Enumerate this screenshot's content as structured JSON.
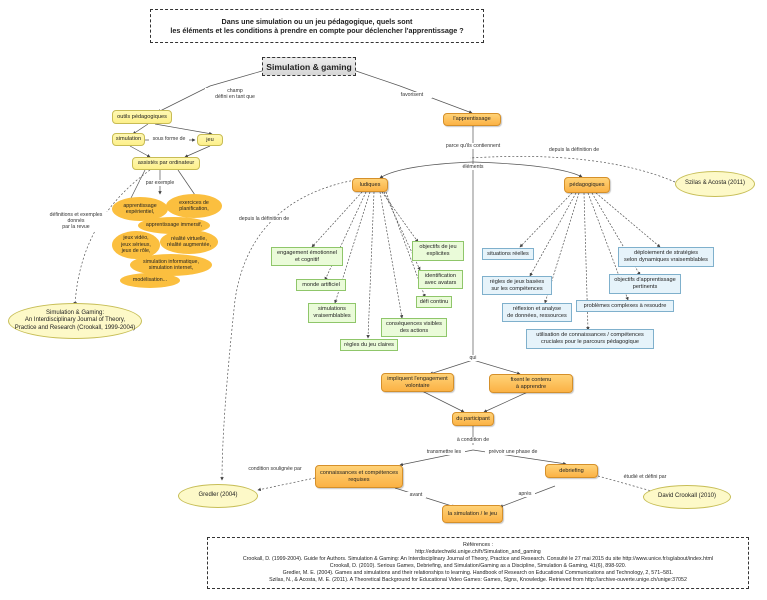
{
  "question": "Dans une simulation ou un jeu pédagogique, quels sont\nles éléments et les conditions à prendre en compte pour déclencher l'apprentissage ?",
  "central_topic": "Simulation & gaming",
  "nodes": {
    "outils": "outils pédagogiques",
    "simulation": "simulation",
    "jeu": "jeu",
    "assistes": "assistés par ordinateur",
    "apprentissage": "l'apprentissage",
    "ludiques": "ludiques",
    "pedagogiques": "pédagogiques",
    "impliquent": "impliquent l'engagement\nvolontaire",
    "fixent": "fixent le contenu\nà apprendre",
    "participant": "du participant",
    "connaissances": "connaissances et compétences\nrequises",
    "debriefing": "debriefing",
    "simulation_jeu": "la simulation / le jeu"
  },
  "examples": {
    "b1": "apprentissage\nexpérientiel,",
    "b2": "exercices de\nplanification,",
    "b3": "apprentissage immersif,",
    "b4": "jeux vidéo,\njeux sérieux,\njeux de rôle,",
    "b5": "réalité virtuelle,\nréalité augmentée,",
    "b6": "simulation informatique,\nsimulation internet,",
    "b7": "modélisation..."
  },
  "ludiques_items": {
    "g1": "engagement émotionnel\net cognitif",
    "g2": "monde artificiel",
    "g3": "simulations\nvraisemblables",
    "g4": "règles du jeu claires",
    "g5": "objectifs de jeu\nexplicites",
    "g6": "identification\navec avatars",
    "g7": "défi continu",
    "g8": "conséquences visibles\ndes actions"
  },
  "pedagogiques_items": {
    "p1": "situations réelles",
    "p2": "règles de jeux basées\nsur les compétences",
    "p3": "réflexion et analyse\nde données, ressources",
    "p4": "déploiement de stratégies\nselon dynamiques vraisemblables",
    "p5": "objectifs d'apprentissage\npertinents",
    "p6": "problèmes complexes à resoudre",
    "p7": "utilisation de connaissances / compétences\ncruciales pour le parcours pédagogique"
  },
  "sources": {
    "journal": "Simulation & Gaming:\nAn Interdisciplinary Journal of Theory,\nPractice and Research (Crookall, 1999-2004)",
    "szilas": "Szilas & Acosta (2011)",
    "gredler": "Gredler (2004)",
    "crookall": "David Crookall (2010)"
  },
  "link_labels": {
    "champ": "champ\ndéfini en tant que",
    "favorisent": "favorisent",
    "sous_forme": "sous forme de",
    "par_exemple": "par exemple",
    "definitions": "définitions et exemples\ndonnés\npar la revue",
    "parce_que": "parce qu'ils contiennent",
    "depuis_szilas": "depuis la définition de",
    "elements": "éléments",
    "depuis_gredler": "depuis la définition de",
    "qui": "qui",
    "condition": "à condition de",
    "transmettre": "transmettre les",
    "prevoir": "prévoir une phase de",
    "soulignee": "condition soulignée par",
    "etudie": "étudié et défini par",
    "avant": "avant",
    "apres": "après"
  },
  "references": {
    "title": "Références :",
    "lines": [
      "http://edutechwiki.unige.ch/fr/Simulation_and_gaming",
      "Crookall, D. (1999-2004). Guide for Authors. Simulation & Gaming: An Interdisciplinary Journal of Theory, Practice and Research. Consulté le 27 mai 2015 du site http://www.unice.fr/sg/about/index.html",
      "Crookall, D. (2010). Serious Games, Debriefing, and Simulation/Gaming as a Discipline, Simulation & Gaming, 41(6), 898-920.",
      "Gredler, M. E. (2004). Games and simulations and their relationships to learning. Handbook of Research on Educational Communications and Technology, 2, 571–581.",
      "Szilas, N., & Acosta, M. E. (2011). A Theoretical Background for Educational Video Games: Games, Signs, Knowledge. Retrieved from http://archive-ouverte.unige.ch/unige:37052"
    ]
  },
  "colors": {
    "orange": "#fbb245",
    "yellow": "#fdf08a",
    "green": "#eafbd9",
    "blue": "#e6f3fa",
    "line": "#555555"
  }
}
